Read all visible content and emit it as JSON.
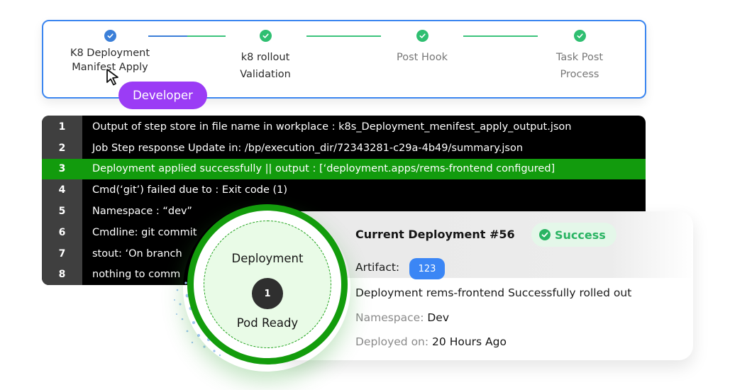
{
  "stepper": {
    "steps": [
      {
        "label_line1": "K8 Deployment",
        "label_line2": "Manifest Apply",
        "status": "current",
        "icon": "check-circle-icon"
      },
      {
        "label_line1": "k8 rollout",
        "label_line2": "Validation",
        "status": "done",
        "icon": "check-circle-icon"
      },
      {
        "label_line1": "Post Hook",
        "label_line2": "",
        "status": "done",
        "icon": "check-circle-icon"
      },
      {
        "label_line1": "Task Post",
        "label_line2": "Process",
        "status": "done",
        "icon": "check-circle-icon"
      }
    ],
    "colors": {
      "current": "#3b7fd8",
      "done": "#2fbf71",
      "border": "#3b86f0"
    }
  },
  "cursor": {
    "icon": "mouse-pointer-icon"
  },
  "user_badge": {
    "label": "Developer",
    "color": "#9b3cf5"
  },
  "log": {
    "highlight_color": "#129b0d",
    "lines": [
      {
        "num": "1",
        "text": "Output of step store in file name in workplace : k8s_Deployment_menifest_apply_output.json",
        "highlighted": false
      },
      {
        "num": "2",
        "text": "Job Step response Update in: /bp/execution_dir/72343281-c29a-4b49/summary.json",
        "highlighted": false
      },
      {
        "num": "3",
        "text": "Deployment applied successfully  || output : [‘deployment.apps/rems-frontend configured]",
        "highlighted": true
      },
      {
        "num": "4",
        "text": "Cmd(‘git’) failed due to : Exit code (1)",
        "highlighted": false
      },
      {
        "num": "5",
        "text": "Namespace :  “dev”",
        "highlighted": false
      },
      {
        "num": "6",
        "text": "Cmdline: git commit",
        "highlighted": false
      },
      {
        "num": "7",
        "text": "stout: ‘On branch ",
        "highlighted": false
      },
      {
        "num": "8",
        "text": "nothing to comm",
        "highlighted": false
      }
    ]
  },
  "pod_status": {
    "title": "Deployment",
    "count": "1",
    "subtitle": "Pod Ready"
  },
  "deployment_card": {
    "title": "Current Deployment #56",
    "status": {
      "label": "Success",
      "icon": "check-circle-icon",
      "color": "#2ab463"
    },
    "artifact_label": "Artifact:",
    "artifact_value": "123",
    "message": "Deployment rems-frontend Successfully rolled out",
    "namespace_label": "Namespace:",
    "namespace_value": "Dev",
    "deployed_label": "Deployed on:",
    "deployed_value": "20 Hours Ago"
  }
}
